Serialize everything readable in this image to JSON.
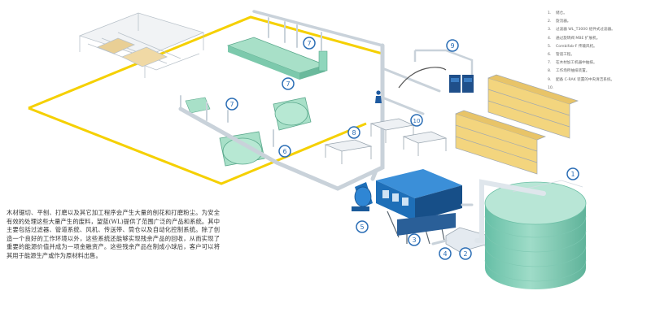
{
  "paragraph": "木材锯切、平刨、打磨以及其它加工程序会产生大量的刨花和打磨粉尘。为安全有效的处理这些大量产生的废料，望蓝(WL)提供了范围广泛的产品和系统。其中主要包括过滤器、管道系统、风机、传送带、筒仓以及自动化控制系统。除了创造一个良好的工作环境以外，这些系统还能够实现残余产品的回收，从而实现了重要的能源价值并成为一项金融资产。这些残余产品在制成小球后，客户可以将其用于能源生产或作为原材料出售。",
  "legend": [
    {
      "num": "1.",
      "text": "储仓。"
    },
    {
      "num": "2.",
      "text": "旋流器。"
    },
    {
      "num": "3.",
      "text": "过滤器 WL_T3000 组件式过滤器。"
    },
    {
      "num": "4.",
      "text": "通过旋转阀 MBE 扩展机。"
    },
    {
      "num": "5.",
      "text": "Combifab-F 传输风机。"
    },
    {
      "num": "6.",
      "text": "管道工程。"
    },
    {
      "num": "7.",
      "text": "在木材加工机器中抽排。"
    },
    {
      "num": "8.",
      "text": "工作场所抽排装置。"
    },
    {
      "num": "9.",
      "text": "配备 C-RAK 装置的中央清洁系统。"
    },
    {
      "num": "10.",
      "text": ""
    }
  ],
  "markers": [
    "1",
    "2",
    "3",
    "4",
    "5",
    "6",
    "7",
    "7",
    "7",
    "8",
    "9",
    "10"
  ],
  "colors": {
    "tank": "#8fd6c0",
    "machine": "#a8e0c8",
    "filter": "#1e6fb8",
    "floor_line": "#f5d000",
    "duct": "#dfe6ec",
    "marker_fill": "#ffffff",
    "marker_stroke": "#2a6db5",
    "shelf": "#f3d57e"
  }
}
